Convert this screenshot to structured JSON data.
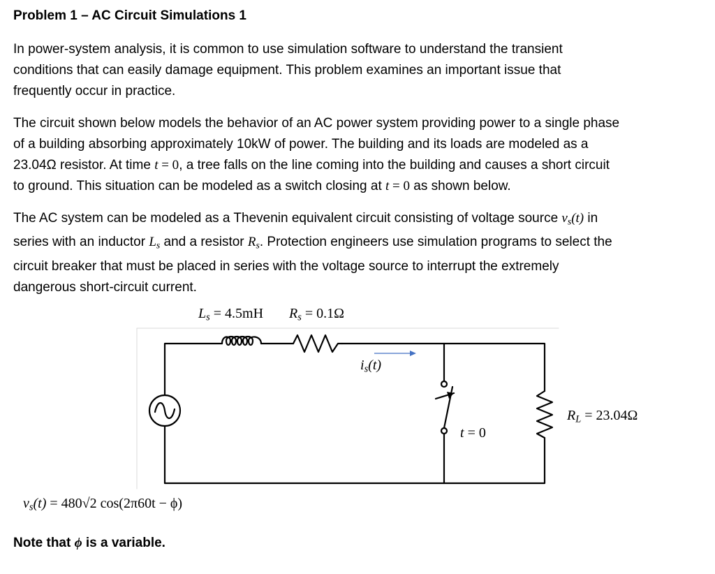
{
  "problem": {
    "title": "Problem 1 – AC Circuit Simulations 1"
  },
  "paragraph1": {
    "line1": "In power-system analysis, it is common to use simulation software to understand the transient",
    "line2": "conditions that can easily damage equipment.  This problem examines an important issue that",
    "line3": "frequently occur in practice."
  },
  "paragraph2": {
    "line1": "The circuit shown below models the behavior of an AC power system providing power to a single phase",
    "line2": "of a building absorbing approximately 10kW of power.  The building and its loads are modeled as a",
    "line3a": "23.04Ω resistor.  At time ",
    "line3_t": "t",
    "line3_eq": " = 0",
    "line3b": ", a tree falls on the line coming into the building and causes a short circuit",
    "line4a": "to ground.  This situation can be modeled as a switch closing at ",
    "line4_t": "t",
    "line4_eq": " = 0",
    "line4b": " as shown below."
  },
  "paragraph3": {
    "line1a": "The AC system can be modeled as a Thevenin equivalent circuit consisting of voltage source ",
    "line1_v": "v",
    "line1_vsub": "s",
    "line1_varg": "(t)",
    "line1b": " in",
    "line2a": "series with an inductor ",
    "line2_L": "L",
    "line2_Lsub": "s",
    "line2b": " and a resistor ",
    "line2_R": "R",
    "line2_Rsub": "s",
    "line2c": ".  Protection engineers use simulation programs to select the",
    "line3": "circuit breaker that must be placed in series with the voltage source to interrupt the extremely",
    "line4": "dangerous short-circuit current."
  },
  "circuit": {
    "inductor_label": {
      "sym": "L",
      "sub": "s",
      "rest": " = 4.5mH"
    },
    "resistor_s_label": {
      "sym": "R",
      "sub": "s",
      "rest": " = 0.1Ω"
    },
    "current_label": {
      "sym": "i",
      "sub": "s",
      "rest": "(t)"
    },
    "switch_label": {
      "sym": "t",
      "rest": " = 0"
    },
    "load_label": {
      "sym": "R",
      "sub": "L",
      "rest": " = 23.04Ω"
    },
    "source_equation": {
      "lhs_sym": "v",
      "lhs_sub": "s",
      "lhs_arg": "(t)",
      "rhs": " = 480√2 cos(2π60t − ϕ)"
    },
    "wire_color": "#000000",
    "arrow_color": "#4472c4"
  },
  "note": {
    "text_a": "Note that ",
    "phi": "ϕ",
    "text_b": " is a variable."
  }
}
